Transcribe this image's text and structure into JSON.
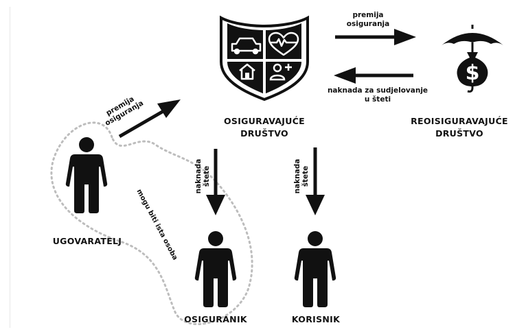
{
  "nodes": {
    "insurer": "OSIGURAVAJUĆE\nDRUŠTVO",
    "reinsurer": "REOISIGURAVAJUĆE\nDRUŠTVO",
    "policyholder": "UGOVARATELJ",
    "insured": "OSIGURANIK",
    "beneficiary": "KORISNIK"
  },
  "arrows": {
    "premium_to_reinsurer": "premija\nosiguranja",
    "claims_share_from_reinsurer": "naknada za sudjelovanje\nu šteti",
    "premium_from_policyholder": "premija\nosiguranja",
    "claim_to_insured": "naknada\nštete",
    "claim_to_beneficiary": "naknada\nštete"
  },
  "note": "mogu biti ista osoba",
  "icons": {
    "insurer": "shield-icon",
    "reinsurer": "umbrella-money-bag-icon",
    "person": "person-icon"
  },
  "colors": {
    "ink": "#111111",
    "dotted_group": "#bdbdbd"
  }
}
